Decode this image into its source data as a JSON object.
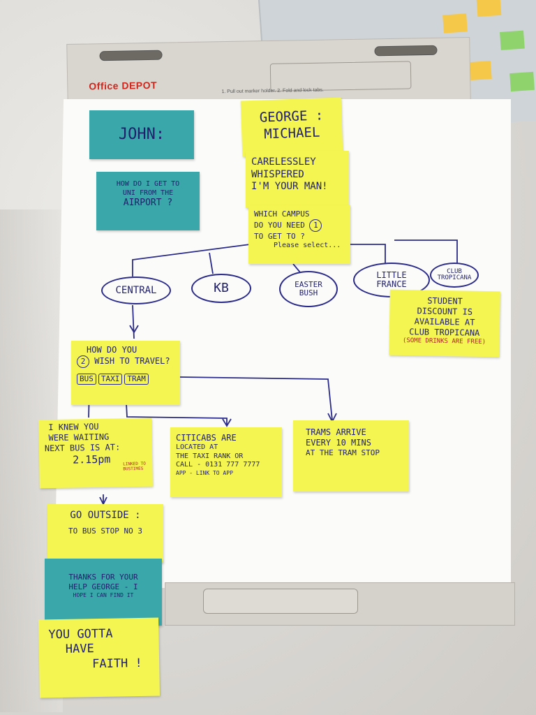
{
  "brand": {
    "name": "Office DEPOT",
    "instructions": "1. Pull out marker holder.  2. Fold and lock tabs."
  },
  "colors": {
    "yellow": "#f4f551",
    "blue": "#3aa7ab",
    "ink": "#1f1f6b",
    "red": "#b3242a",
    "brand_red": "#d0261c"
  },
  "notes": {
    "john": "JOHN:",
    "john_question": [
      "HOW DO I GET TO",
      "UNI FROM THE",
      "AIRPORT ?"
    ],
    "george": [
      "GEORGE :",
      "MICHAEL"
    ],
    "whisper": [
      "CARELESSLEY",
      "WHISPERED",
      "I'M YOUR MAN!"
    ],
    "campus_question": [
      "WHICH CAMPUS",
      "DO YOU NEED",
      "TO GET TO ?",
      "Please select..."
    ],
    "campus_step": "1",
    "travel_question": [
      "HOW DO YOU",
      "WISH TO TRAVEL?"
    ],
    "travel_step": "2",
    "travel_options": [
      "BUS",
      "TAXI",
      "TRAM"
    ],
    "bus": [
      "I KNEW YOU",
      "WERE WAITING",
      "NEXT BUS IS AT:",
      "2.15pm"
    ],
    "bus_aside": [
      "LINKED TO",
      "BUSTIMES"
    ],
    "taxi": [
      "CITICABS ARE",
      "LOCATED AT",
      "THE TAXI RANK OR",
      "CALL - 0131 777 7777",
      "APP - LINK TO APP"
    ],
    "tram": [
      "TRAMS ARRIVE",
      "EVERY 10 MINS",
      "AT THE TRAM STOP"
    ],
    "outside": [
      "GO OUTSIDE :",
      "TO BUS STOP No 3"
    ],
    "thanks": [
      "THANKS FOR YOUR",
      "HELP GEORGE - I",
      "HOPE I CAN FIND IT"
    ],
    "faith": [
      "YOU GOTTA",
      "HAVE",
      "FAITH !"
    ],
    "discount": [
      "STUDENT",
      "DISCOUNT IS",
      "AVAILABLE AT",
      "CLUB TROPICANA"
    ],
    "discount_note": "(SOME DRINKS ARE FREE)"
  },
  "campuses": [
    {
      "label": [
        "CENTRAL"
      ]
    },
    {
      "label": [
        "KB"
      ]
    },
    {
      "label": [
        "EASTER",
        "BUSH"
      ]
    },
    {
      "label": [
        "LITTLE",
        "FRANCE"
      ]
    },
    {
      "label": [
        "CLUB",
        "TROPICANA"
      ]
    }
  ]
}
